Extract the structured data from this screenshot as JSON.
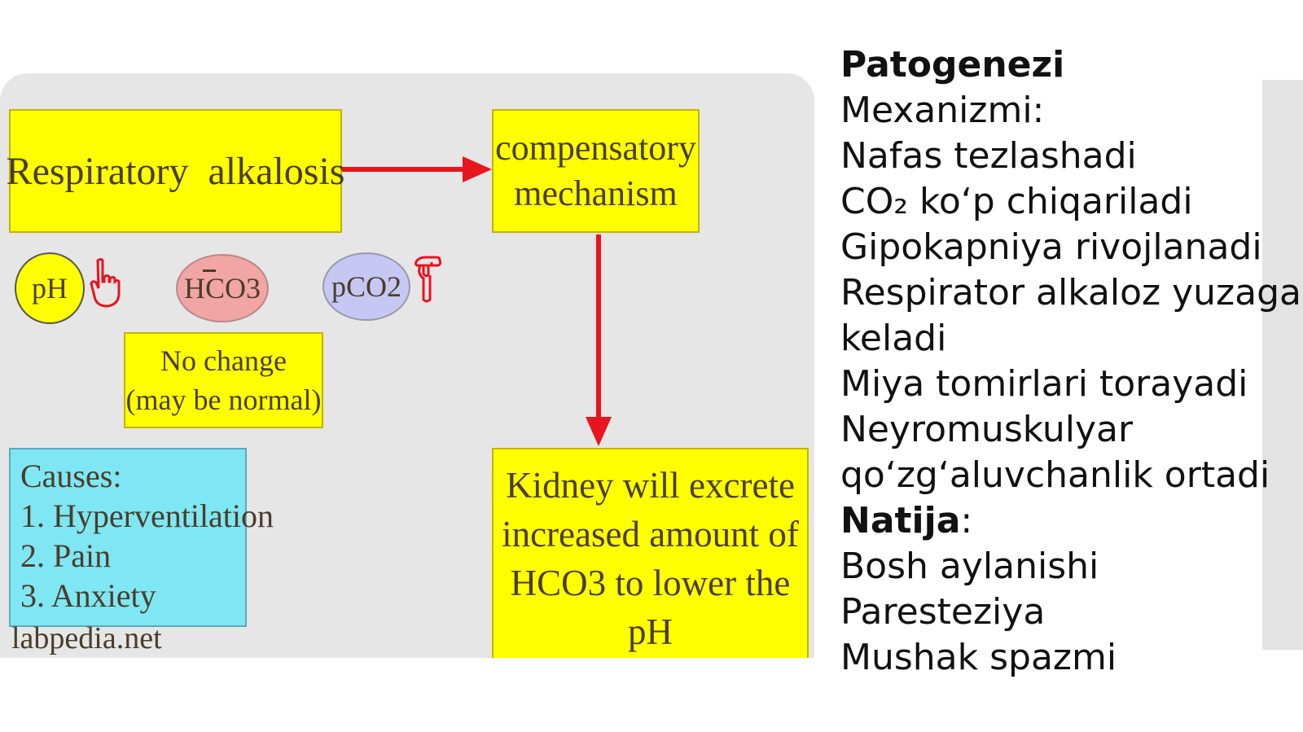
{
  "diagram": {
    "respiratory_alkalosis": "Respiratory  alkalosis",
    "compensatory": [
      "compensatory",
      "mechanism"
    ],
    "ph": "pH",
    "hco3": "HCO3",
    "pco2": "pCO2",
    "no_change": [
      "No change",
      "(may be normal)"
    ],
    "causes": [
      "Causes:",
      "1. Hyperventilation",
      "2. Pain",
      "3. Anxiety"
    ],
    "kidney": [
      "Kidney will excrete",
      "increased amount of",
      "HCO3 to lower the",
      "pH"
    ],
    "watermark": "labpedia.net",
    "colors": {
      "box": "#ffff00",
      "arrow": "#e8141e",
      "causes": "#7fe7f3"
    }
  },
  "text_panel": {
    "heading": "Patogenezi",
    "lines": [
      "Mexanizmi:",
      "Nafas tezlashadi",
      "CO₂ ko‘p chiqariladi",
      "Gipokapniya rivojlanadi",
      "Respirator alkaloz yuzaga",
      "keladi",
      "Miya tomirlari torayadi",
      "Neyromuskulyar",
      "qo‘zg‘aluvchanlik ortadi"
    ],
    "result_label": "Natija",
    "result_colon": ":",
    "results": [
      "Bosh aylanishi",
      "Paresteziya",
      "Mushak spazmi"
    ]
  }
}
